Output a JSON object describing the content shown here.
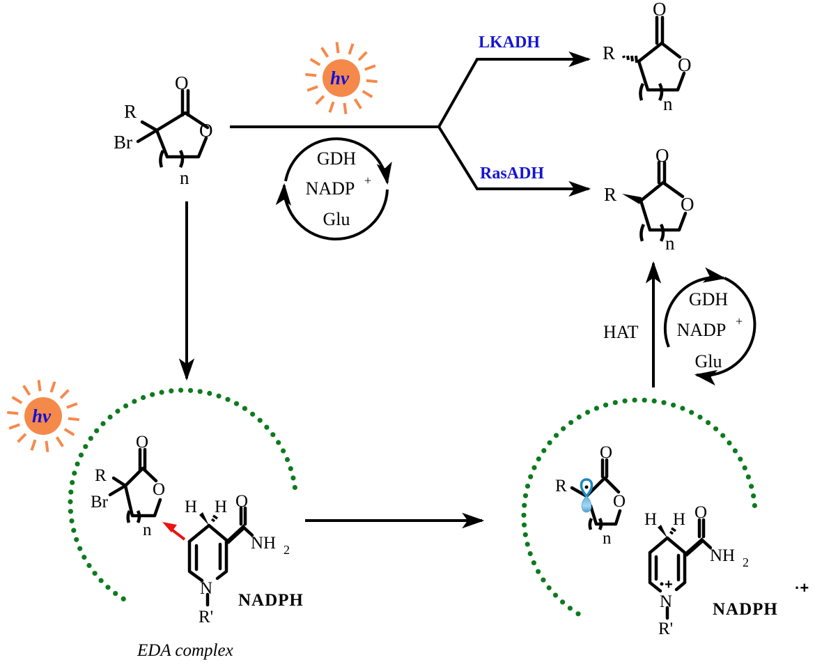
{
  "scheme": {
    "colors": {
      "sun": "#f5894a",
      "hv_text": "#1010d8",
      "enzyme_text": "#1515d0",
      "dots": "#0e7a1e",
      "red_arrow": "#ee1111",
      "orbital": "#1e87c0"
    },
    "light_source": {
      "label": "hv",
      "icon": "sun-icon"
    },
    "starting_material": {
      "substituent": "R",
      "halogen": "Br",
      "carbonyl_o": "O",
      "ring_o": "O",
      "repeat": "n"
    },
    "cofactor_cycle_top": {
      "lines": [
        "GDH",
        "NADP",
        "Glu"
      ],
      "superscript": "+"
    },
    "branches": [
      {
        "enzyme": "LKADH",
        "product": {
          "substituent": "R",
          "carbonyl_o": "O",
          "ring_o": "O",
          "repeat": "n",
          "stereo": "hashed"
        }
      },
      {
        "enzyme": "RasADH",
        "product": {
          "substituent": "R",
          "carbonyl_o": "O",
          "ring_o": "O",
          "repeat": "n",
          "stereo": "wedge"
        }
      }
    ],
    "hat": {
      "label": "HAT"
    },
    "cofactor_cycle_right": {
      "lines": [
        "GDH",
        "NADP",
        "Glu"
      ],
      "superscript": "+"
    },
    "eda_complex": {
      "caption": "EDA complex",
      "lactone": {
        "substituent": "R",
        "halogen": "Br",
        "carbonyl_o": "O",
        "ring_o": "O",
        "repeat": "n"
      },
      "nadph": {
        "name": "NADPH",
        "h1": "H",
        "h2": "H",
        "amide_o": "O",
        "amide": "NH",
        "amide_sub": "2",
        "n": "N",
        "r": "R'"
      }
    },
    "radical_pair": {
      "lactone": {
        "substituent": "R",
        "carbonyl_o": "O",
        "ring_o": "O",
        "repeat": "n"
      },
      "nadph_radical_cation": {
        "name": "NADPH",
        "charge": "·+",
        "h1": "H",
        "h2": "H",
        "amide_o": "O",
        "amide": "NH",
        "amide_sub": "2",
        "n": "N",
        "n_charge": "+",
        "r": "R'"
      }
    }
  }
}
